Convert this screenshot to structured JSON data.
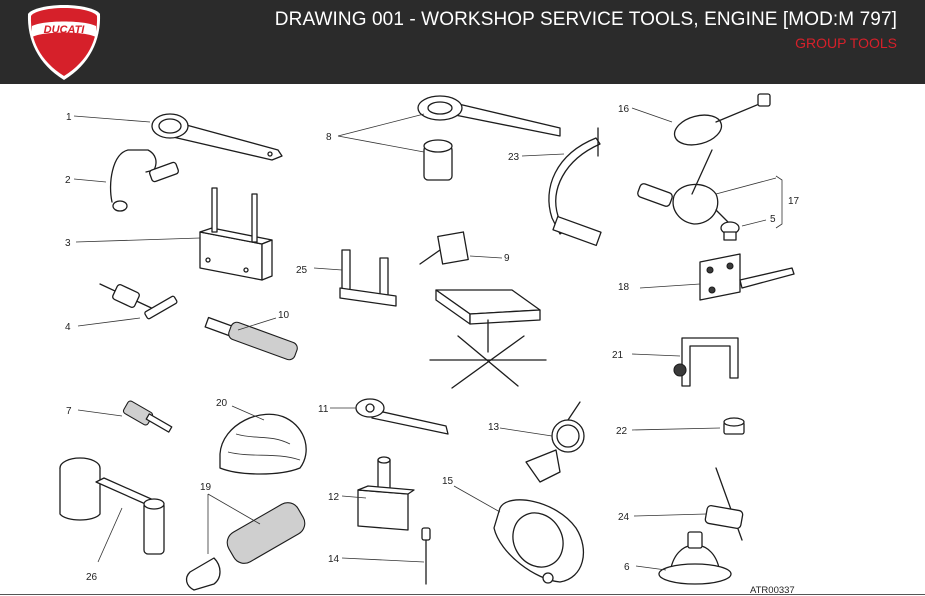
{
  "header": {
    "title": "DRAWING 001 - WORKSHOP SERVICE TOOLS, ENGINE [MOD:M 797]",
    "subtitle": "GROUP TOOLS",
    "logo_text": "DUCATI",
    "background": "#2b2b2b",
    "accent": "#d6202a"
  },
  "diagram": {
    "reference": "ATR00337",
    "callouts": [
      "1",
      "2",
      "3",
      "4",
      "5",
      "6",
      "7",
      "8",
      "9",
      "10",
      "11",
      "12",
      "13",
      "14",
      "15",
      "16",
      "17",
      "18",
      "19",
      "20",
      "21",
      "22",
      "23",
      "24",
      "25",
      "26"
    ]
  }
}
